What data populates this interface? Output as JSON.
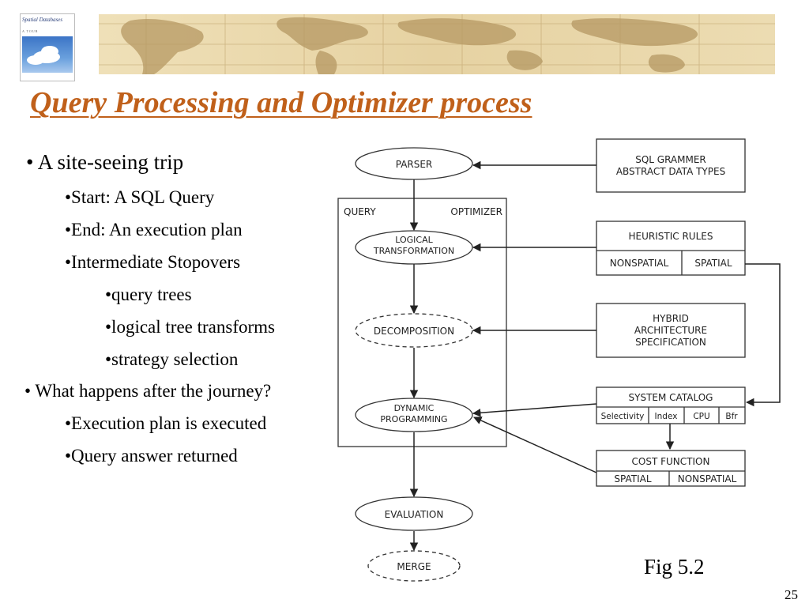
{
  "slide": {
    "title": "Query Processing and Optimizer process",
    "figure_caption": "Fig 5.2",
    "page_number": "25"
  },
  "book_cover": {
    "title": "Spatial Databases",
    "subtitle": "A TOUR"
  },
  "bullets": [
    {
      "text": "• A site-seeing trip",
      "level": 0
    },
    {
      "text": "•Start: A SQL Query",
      "level": 1
    },
    {
      "text": "•End: An execution plan",
      "level": 1
    },
    {
      "text": "•Intermediate Stopovers",
      "level": 1
    },
    {
      "text": "•query trees",
      "level": 2
    },
    {
      "text": "•logical tree transforms",
      "level": 2
    },
    {
      "text": "•strategy selection",
      "level": 2
    },
    {
      "text": "• What happens after the journey?",
      "level": 0
    },
    {
      "text": "•Execution plan is executed",
      "level": 1
    },
    {
      "text": "•Query answer returned",
      "level": 1
    }
  ],
  "diagram": {
    "optimizer_box": {
      "left_label": "QUERY",
      "right_label": "OPTIMIZER"
    },
    "nodes": {
      "parser": "PARSER",
      "logical_line1": "LOGICAL",
      "logical_line2": "TRANSFORMATION",
      "decomposition": "DECOMPOSITION",
      "dynamic_line1": "DYNAMIC",
      "dynamic_line2": "PROGRAMMING",
      "evaluation": "EVALUATION",
      "merge": "MERGE"
    },
    "boxes": {
      "sql_line1": "SQL GRAMMER",
      "sql_line2": "ABSTRACT DATA TYPES",
      "heuristic": "HEURISTIC RULES",
      "heuristic_nonspatial": "NONSPATIAL",
      "heuristic_spatial": "SPATIAL",
      "hybrid_line1": "HYBRID",
      "hybrid_line2": "ARCHITECTURE",
      "hybrid_line3": "SPECIFICATION",
      "catalog": "SYSTEM CATALOG",
      "catalog_selectivity": "Selectivity",
      "catalog_index": "Index",
      "catalog_cpu": "CPU",
      "catalog_bfr": "Bfr",
      "cost": "COST FUNCTION",
      "cost_spatial": "SPATIAL",
      "cost_nonspatial": "NONSPATIAL"
    }
  }
}
